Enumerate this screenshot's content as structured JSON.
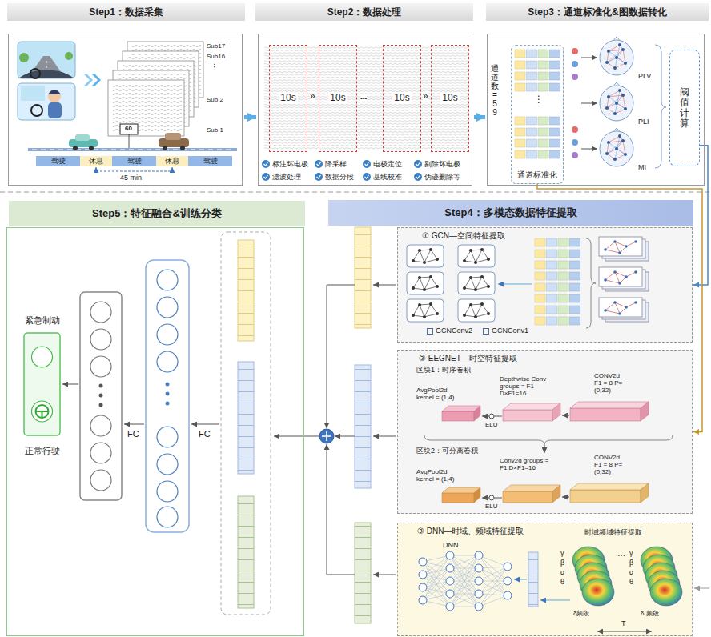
{
  "diagram": {
    "nodes": [
      {
        "text": [
          "Step1：数据采集"
        ]
      },
      {
        "text": [
          "驾驶"
        ],
        "in": 0
      },
      {
        "text": [
          "休息"
        ],
        "in": 0
      },
      {
        "text": [
          "驾驶"
        ],
        "in": 0
      },
      {
        "text": [
          "休息"
        ],
        "in": 0
      },
      {
        "text": [
          "驾驶"
        ],
        "in": 0
      },
      {
        "text": [
          "Step2：数据处理"
        ]
      },
      {
        "text": [
          "10s"
        ],
        "in": 6
      },
      {
        "text": [
          "10s"
        ],
        "in": 6
      },
      {
        "text": [
          "10s"
        ],
        "in": 6
      },
      {
        "text": [
          "10s"
        ],
        "in": 6
      },
      {
        "text": [
          "Step3：通道标准化&图数据转化"
        ]
      },
      {
        "text": [
          "通道标准化"
        ],
        "in": 11
      },
      {
        "text": [
          "阈值计算"
        ],
        "in": 11
      },
      {
        "text": [
          "Step5：特征融合&训练分类"
        ]
      },
      {
        "text": [
          "紧急制动",
          "正常行驶"
        ],
        "in": 14
      },
      {
        "text": [
          "Step4：多模态数据特征提取"
        ]
      },
      {
        "text": [
          "① GCN—空间特征提取"
        ]
      },
      {
        "text": [
          "② EEGNET—时空特征提取"
        ]
      },
      {
        "text": [
          "③ DNN—时域、频域特征提取"
        ]
      }
    ],
    "edges": [
      {
        "from": 0,
        "to": 6,
        "arrow": "to"
      },
      {
        "from": 6,
        "to": 11,
        "arrow": "to"
      },
      {
        "from": 13,
        "to": 17,
        "arrow": "to"
      },
      {
        "from": 12,
        "to": 18,
        "arrow": "to"
      }
    ],
    "labels": [
      "Sub17",
      "Sub16",
      "⋮",
      "Sub 2",
      "Sub 1",
      "60",
      "45 min",
      "»",
      "•••",
      "»",
      "标注坏电极",
      "降采样",
      "电极定位",
      "剔除坏电极",
      "滤波处理",
      "数据分段",
      "基线校准",
      "伪迹删除等",
      "通道数 = 59",
      "⋮",
      "PLV",
      "PLI",
      "MI",
      "FC",
      "FC",
      "区块1：时序卷积",
      "AvgPool2d kernel = (1,4)",
      "ELU",
      "Depthwise Conv groups = F1 D×F1=16",
      "CONV2d F1 = 8 P=(0,32)",
      "区块2：可分离卷积",
      "AvgPool2d kernel = (1,4)",
      "ELU",
      "Conv2d groups = F1 D×F1=16",
      "CONV2d F1 = 8 P=(0,32)",
      "DNN",
      "时域频域特征提取",
      "γ",
      "β",
      "α",
      "θ",
      "δ频段",
      "…",
      "γ",
      "β",
      "α",
      "θ",
      "δ 频段",
      "T"
    ],
    "legend": [
      {
        "text": "GCNConv2"
      },
      {
        "text": "GCNConv1"
      }
    ]
  }
}
